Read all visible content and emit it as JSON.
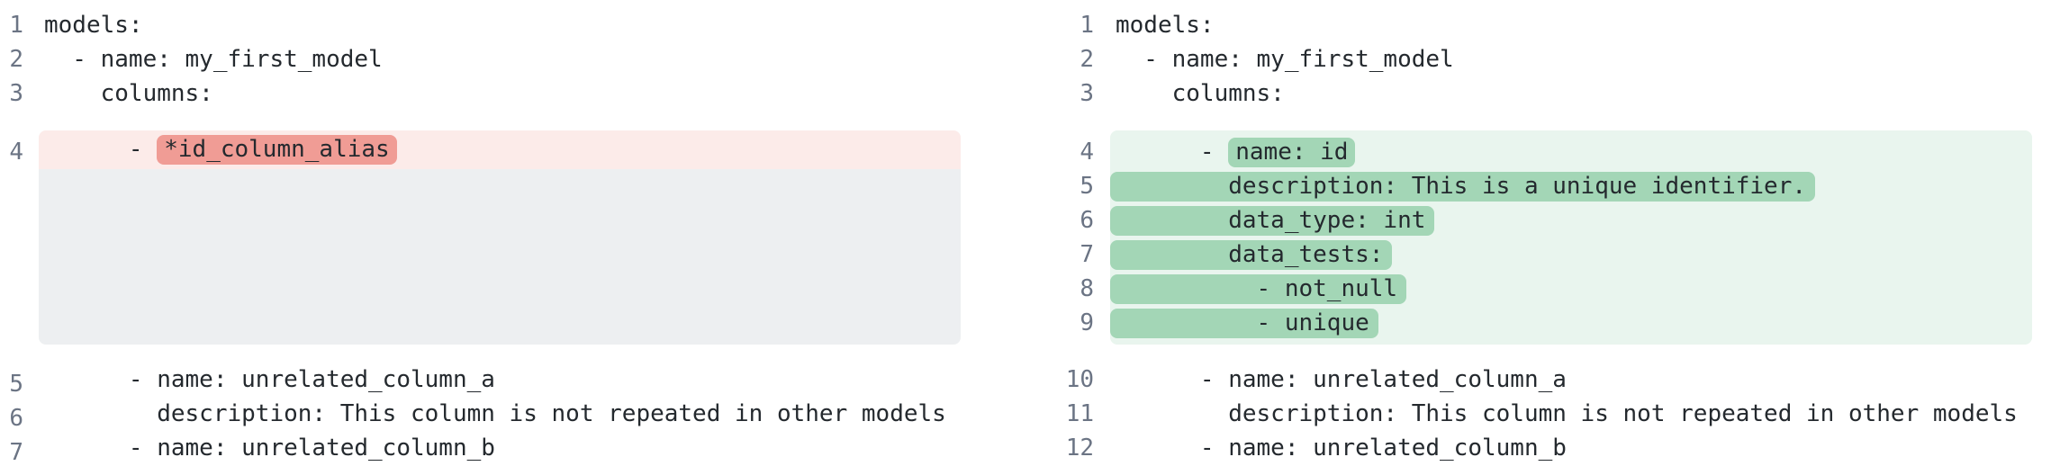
{
  "colors": {
    "removed_line_bg": "#fcebe9",
    "removed_token_bg": "#f09c95",
    "added_block_bg": "#e9f5ee",
    "added_token_bg": "#a3d6b6",
    "collapsed_spacer_bg": "#edeff1",
    "line_number_text": "#6b7484",
    "code_text": "#24292e"
  },
  "left_panel": {
    "lines_top": [
      {
        "num": "1",
        "text": "models:"
      },
      {
        "num": "2",
        "text": "  - name: my_first_model"
      },
      {
        "num": "3",
        "text": "    columns:"
      }
    ],
    "removed": {
      "num": "4",
      "prefix": "      - ",
      "token": "*id_column_alias"
    },
    "lines_bottom": [
      {
        "num": "5",
        "text": "      - name: unrelated_column_a"
      },
      {
        "num": "6",
        "text": "        description: This column is not repeated in other models"
      },
      {
        "num": "7",
        "text": "      - name: unrelated_column_b"
      }
    ]
  },
  "right_panel": {
    "lines_top": [
      {
        "num": "1",
        "text": "models:"
      },
      {
        "num": "2",
        "text": "  - name: my_first_model"
      },
      {
        "num": "3",
        "text": "    columns:"
      }
    ],
    "added_first": {
      "num": "4",
      "prefix": "      - ",
      "token": "name: id"
    },
    "added_lines": [
      {
        "num": "5",
        "text": "        description: This is a unique identifier."
      },
      {
        "num": "6",
        "text": "        data_type: int"
      },
      {
        "num": "7",
        "text": "        data_tests:"
      },
      {
        "num": "8",
        "text": "          - not_null"
      },
      {
        "num": "9",
        "text": "          - unique"
      }
    ],
    "lines_bottom": [
      {
        "num": "10",
        "text": "      - name: unrelated_column_a"
      },
      {
        "num": "11",
        "text": "        description: This column is not repeated in other models"
      },
      {
        "num": "12",
        "text": "      - name: unrelated_column_b"
      }
    ]
  }
}
